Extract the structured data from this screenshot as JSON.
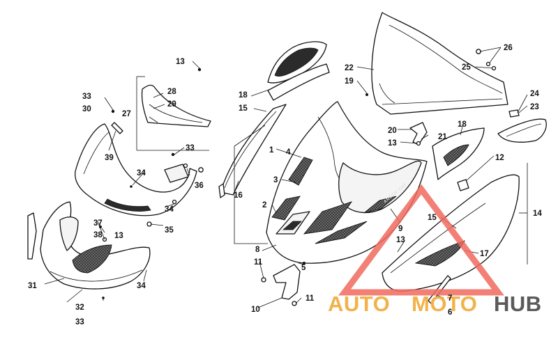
{
  "callouts": {
    "c13a": "13",
    "c33a": "33",
    "c30": "30",
    "c28": "28",
    "c29": "29",
    "c27": "27",
    "c39": "39",
    "c33b": "33",
    "c34a": "34",
    "c36": "36",
    "c34b": "34",
    "c35": "35",
    "c37": "37",
    "c38": "38",
    "c13b": "13",
    "c31": "31",
    "c34c": "34",
    "c32": "32",
    "c33c": "33",
    "c18a": "18",
    "c15a": "15",
    "c1": "1",
    "c4": "4",
    "c3": "3",
    "c16": "16",
    "c2": "2",
    "c8": "8",
    "c11a": "11",
    "c10": "10",
    "c11b": "11",
    "c5": "5",
    "c9": "9",
    "c13c": "13",
    "c22": "22",
    "c19": "19",
    "c26": "26",
    "c25": "25",
    "c20": "20",
    "c21": "21",
    "c13d": "13",
    "c18b": "18",
    "c24": "24",
    "c23": "23",
    "c12": "12",
    "c14": "14",
    "c15b": "15",
    "c17": "17",
    "c7": "7",
    "c6": "6"
  },
  "hood_brand": "ARCTIC CAT",
  "watermark": {
    "part1": "AUTO",
    "part2": "MOTO",
    "part3": "HUB"
  }
}
